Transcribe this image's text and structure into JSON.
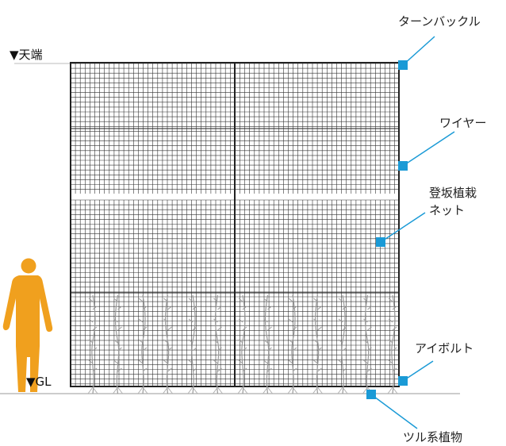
{
  "levels": {
    "top": "▼天端",
    "ground": "▼GL"
  },
  "callouts": {
    "turnbuckle": "ターンバックル",
    "wire": "ワイヤー",
    "net_line1": "登坂植栽",
    "net_line2": "ネット",
    "eyebolt": "アイボルト",
    "vine_plants": "ツル系植物"
  },
  "colors": {
    "accent": "#1a9ad6",
    "person": "#f0a01e",
    "mesh": "#333333",
    "ground": "#bbbbbb",
    "vine": "#9a9a9a"
  },
  "icons": {
    "person": "person-silhouette-icon",
    "marker": "square-marker-icon"
  }
}
